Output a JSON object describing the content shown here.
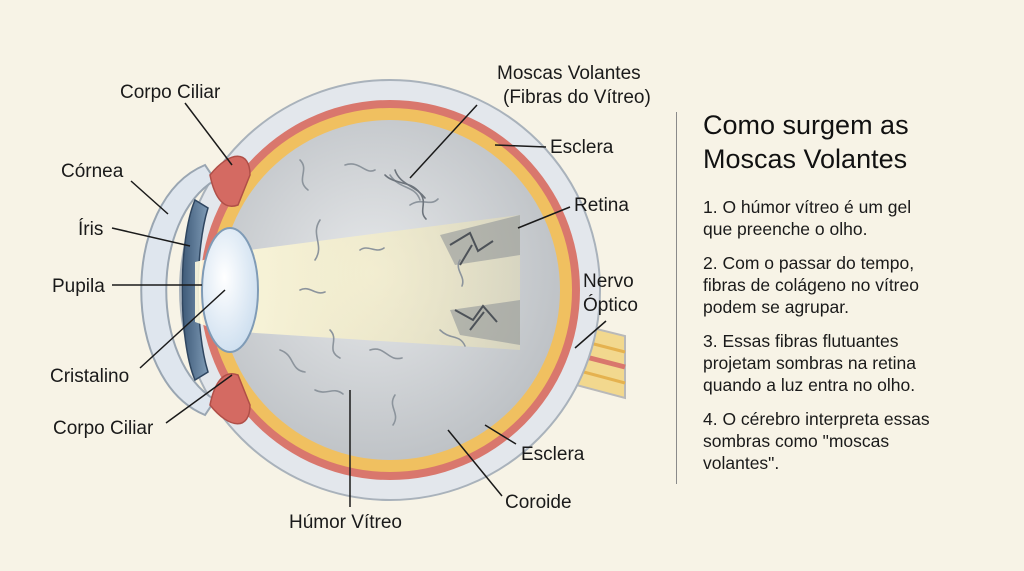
{
  "labels": {
    "corpo_ciliar_top": "Corpo Ciliar",
    "cornea": "Córnea",
    "iris": "Íris",
    "pupila": "Pupila",
    "cristalino": "Cristalino",
    "corpo_ciliar_bottom": "Corpo Ciliar",
    "humor_vitreo": "Húmor Vítreo",
    "moscas_line1": "Moscas Volantes",
    "moscas_line2": "(Fibras do Vítreo)",
    "esclera_top": "Esclera",
    "retina": "Retina",
    "nervo_line1": "Nervo",
    "nervo_line2": "Óptico",
    "esclera_bottom": "Esclera",
    "coroide": "Coroide"
  },
  "panel": {
    "title_line1": "Como surgem as",
    "title_line2": "Moscas Volantes",
    "steps": [
      [
        "1. O húmor vítreo é um gel",
        "que preenche o olho."
      ],
      [
        "2. Com o passar do tempo,",
        "fibras de colágeno no vítreo",
        "podem se agrupar."
      ],
      [
        "3. Essas fibras flutuantes",
        "projetam sombras na retina",
        "quando a luz entra no olho."
      ],
      [
        "4. O cérebro interpreta essas",
        "sombras como \"moscas",
        "volantes\"."
      ]
    ]
  },
  "colors": {
    "background": "#f7f3e6",
    "sclera": "#e3e7ec",
    "choroid": "#d9776d",
    "retina": "#f0c060",
    "vitreous": "#cfd2d5",
    "iris": "#5b7896",
    "lens": "#eaf3fb",
    "light_beam": "#fbf4c8"
  }
}
